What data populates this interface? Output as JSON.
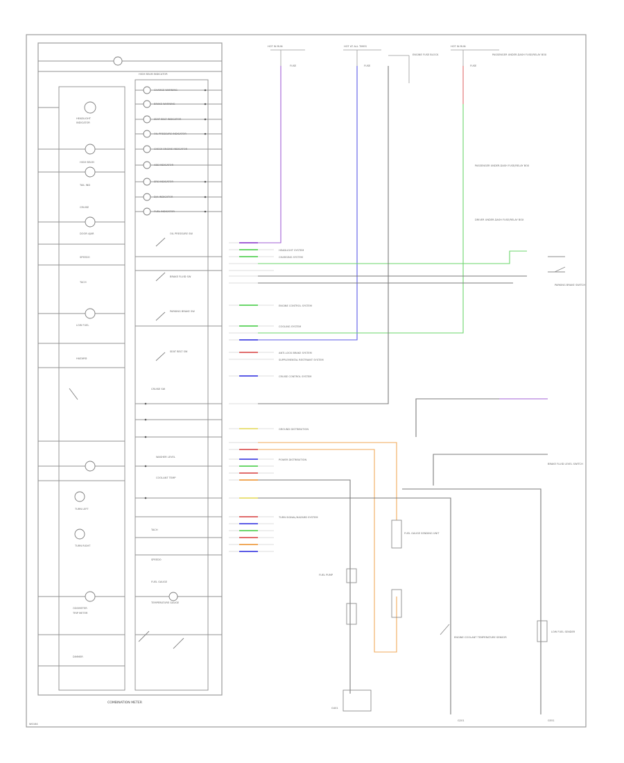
{
  "diagram": {
    "cluster_label": "COMBINATION METER",
    "top_fuses": [
      {
        "label": "HOT IN RUN",
        "sub": "FUSE"
      },
      {
        "label": "HOT AT ALL TIMES",
        "sub": "FUSE"
      },
      {
        "label": "HOT IN RUN",
        "sub": "FUSE"
      }
    ],
    "top_right_components": [
      "ENGINE FUSE BLOCK",
      "PASSENGER UNDER-DASH FUSE/RELAY BOX"
    ],
    "cluster_indicators": [
      "CHARGE WARNING",
      "BRAKE WARNING",
      "SEAT BELT INDICATOR",
      "OIL PRESSURE INDICATOR",
      "CHECK ENGINE INDICATOR",
      "ABS INDICATOR",
      "SRS INDICATOR",
      "D/A INDICATOR",
      "FUEL INDICATOR",
      "HIGH BEAM INDICATOR"
    ],
    "cluster_left": [
      "HEADLIGHT",
      "INDICATOR",
      "HIGH BEAM",
      "TAIL IND",
      "CRUISE",
      "DOOR AJAR",
      "SPEEDO",
      "TACH",
      "LOW FUEL",
      "HAZARD",
      "TURN LEFT",
      "TURN RIGHT",
      "ODOMETER",
      "TRIP METER",
      "DIMMER"
    ],
    "cluster_right": [
      "OIL PRESSURE SW",
      "BRAKE FLUID SW",
      "PARKING BRAKE SW",
      "SEAT BELT SW",
      "CRUISE SW",
      "WASHER LEVEL",
      "COOLANT TEMP",
      "TACH",
      "SPEEDO",
      "FUEL GAUGE",
      "TEMPERATURE GAUGE"
    ],
    "wire_systems": [
      "HEADLIGHT SYSTEM",
      "CHARGING SYSTEM",
      "ENGINE CONTROL SYSTEM",
      "COOLING SYSTEM",
      "ANTI-LOCK BRAKE SYSTEM",
      "SUPPLEMENTAL RESTRAINT SYSTEM",
      "CRUISE CONTROL SYSTEM",
      "GROUND DISTRIBUTION",
      "POWER DISTRIBUTION",
      "TURN SIGNAL/HAZARD SYSTEM"
    ],
    "right_components": [
      "PASSENGER UNDER-DASH FUSE/RELAY BOX",
      "DRIVER UNDER-DASH FUSE/RELAY BOX",
      "PARKING BRAKE SWITCH",
      "BRAKE FLUID LEVEL SWITCH",
      "FUEL GAUGE SENDING UNIT",
      "ENGINE COOLANT TEMPERATURE SENSOR",
      "LOW FUEL SENDER",
      "FUEL PUMP"
    ],
    "ground_labels": [
      "G401",
      "G201",
      "G551"
    ],
    "footer_code": "W0164"
  },
  "colors": {
    "violet": "#a25fd6",
    "blue": "#5a5ae6",
    "green": "#6ad66a",
    "red": "#e06b6b",
    "orange": "#f0a95a",
    "yellow": "#e9e07a",
    "gray": "#7a7a7a"
  }
}
